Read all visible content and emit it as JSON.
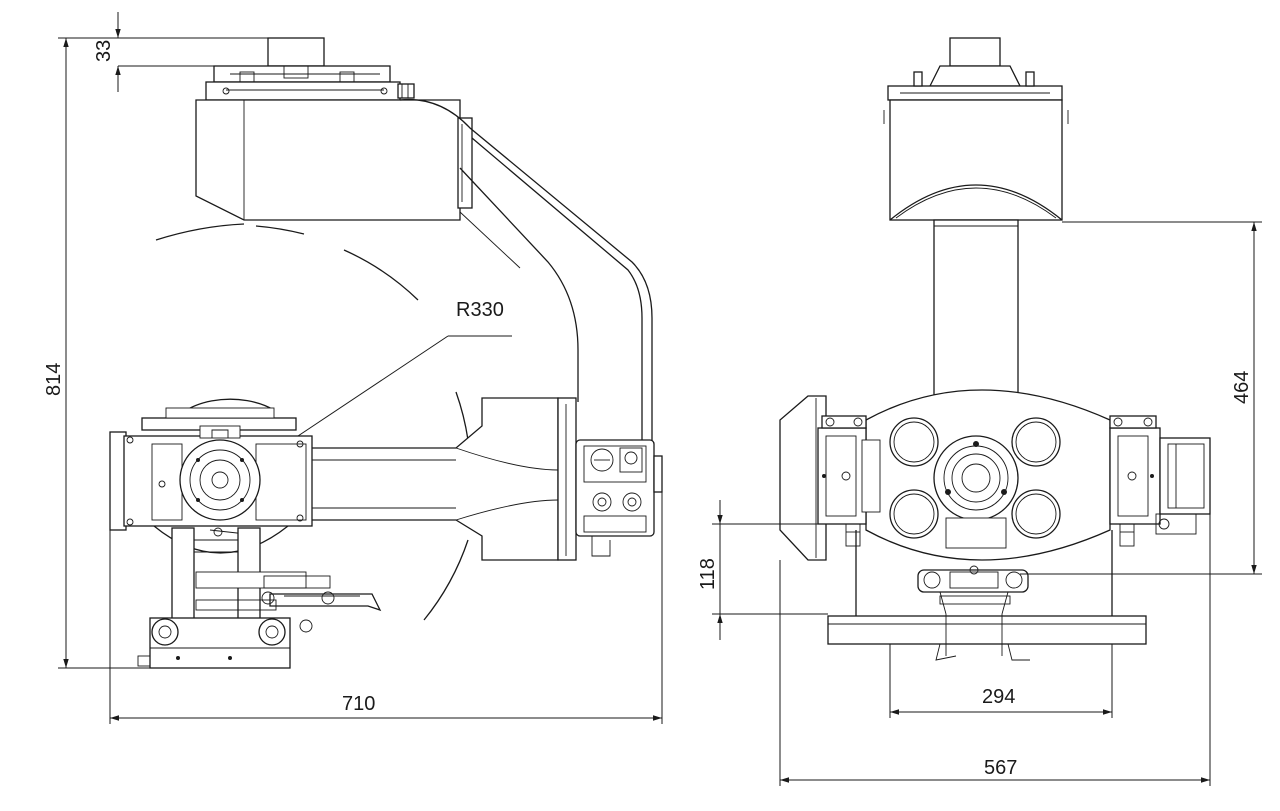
{
  "dimensions": {
    "top_height": "33",
    "total_height": "814",
    "radius": "R330",
    "side_width": "710",
    "column_height": "464",
    "lower_offset": "118",
    "inner_width": "294",
    "front_width": "567"
  },
  "colors": {
    "line": "#1a1a1a",
    "background": "#ffffff"
  }
}
